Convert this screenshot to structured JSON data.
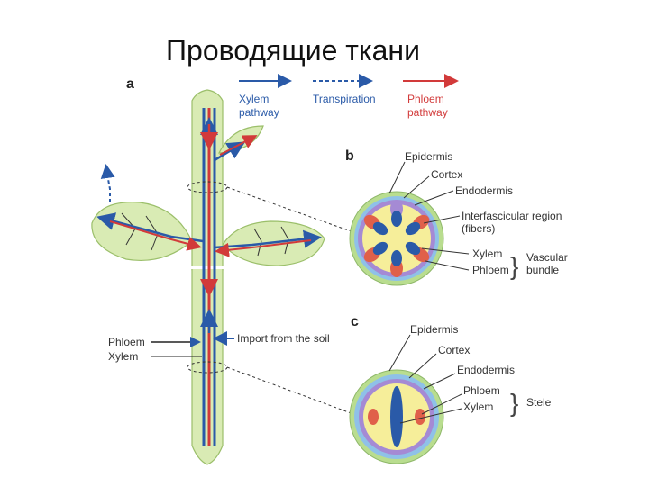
{
  "title": "Проводящие ткани",
  "panels": {
    "a": "a",
    "b": "b",
    "c": "c"
  },
  "legend": {
    "xylem_line1": "Xylem",
    "xylem_line2": "pathway",
    "transpiration": "Transpiration",
    "phloem_line1": "Phloem",
    "phloem_line2": "pathway"
  },
  "stem_labels": {
    "phloem": "Phloem",
    "xylem": "Xylem",
    "import": "Import from the soil"
  },
  "b_labels": {
    "epidermis": "Epidermis",
    "cortex": "Cortex",
    "endodermis": "Endodermis",
    "interfasc1": "Interfascicular region",
    "interfasc2": "(fibers)",
    "xylem": "Xylem",
    "phloem": "Phloem",
    "vascular1": "Vascular",
    "vascular2": "bundle"
  },
  "c_labels": {
    "epidermis": "Epidermis",
    "cortex": "Cortex",
    "endodermis": "Endodermis",
    "phloem": "Phloem",
    "xylem": "Xylem",
    "stele": "Stele"
  },
  "colors": {
    "xylem_blue": "#2a5aa8",
    "phloem_red": "#d23a3a",
    "plant_green": "#d9ebb4",
    "epidermis_green": "#b9dd8f",
    "cortex_blue": "#8fc1e8",
    "endodermis_purple": "#a58ad4",
    "stele_yellow": "#f6ee9a"
  }
}
